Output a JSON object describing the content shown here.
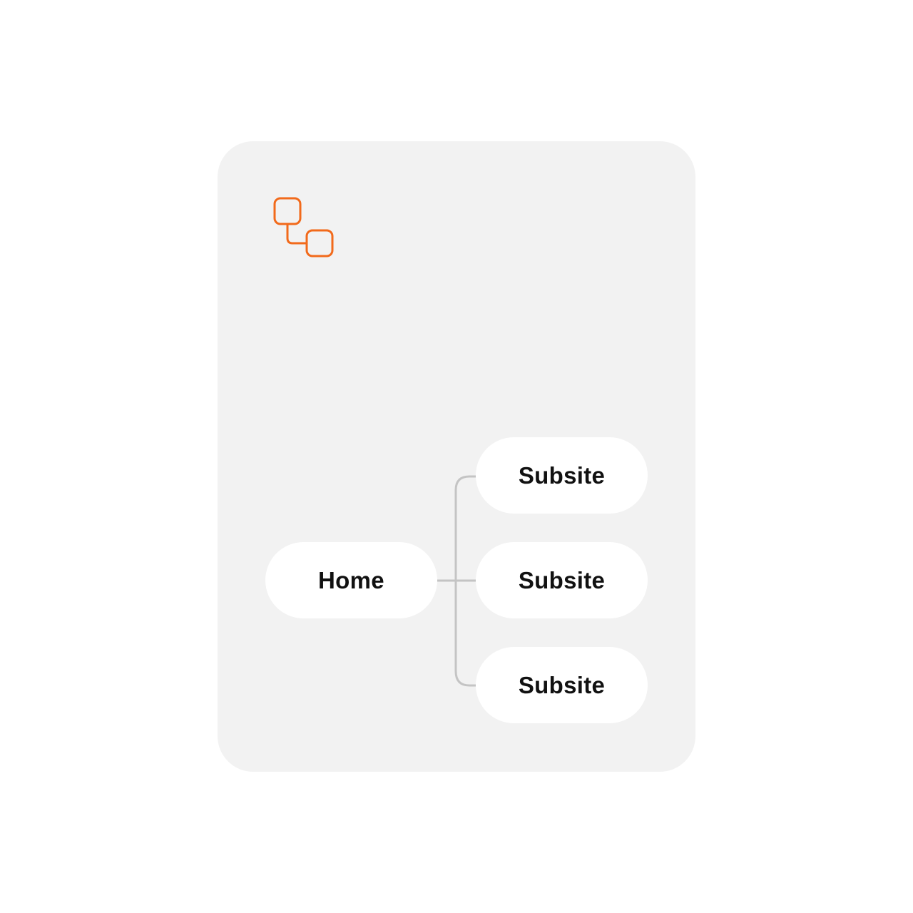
{
  "colors": {
    "accent": "#f26a1b",
    "card_background": "#f2f2f2",
    "node_background": "#ffffff",
    "connector": "#c4c4c4"
  },
  "logo": {
    "icon": "site-hierarchy-icon"
  },
  "diagram": {
    "root": {
      "label": "Home"
    },
    "children": [
      {
        "label": "Subsite"
      },
      {
        "label": "Subsite"
      },
      {
        "label": "Subsite"
      }
    ]
  }
}
